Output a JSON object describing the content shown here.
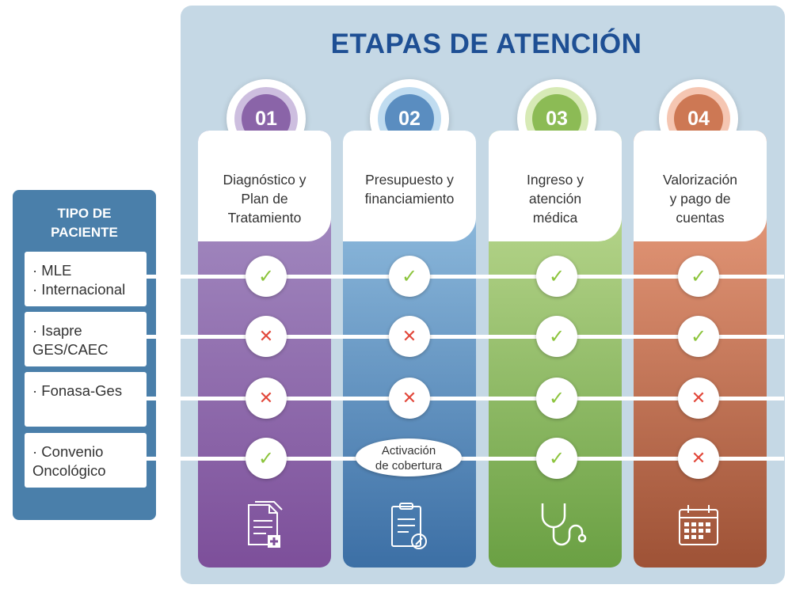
{
  "title": "ETAPAS DE ATENCIÓN",
  "patient_types_header": "TIPO DE\nPACIENTE",
  "patient_types": [
    {
      "label": "· MLE\n· Internacional"
    },
    {
      "label": "· Isapre\n  GES/CAEC"
    },
    {
      "label": "· Fonasa-Ges"
    },
    {
      "label": "· Convenio\n  Oncológico"
    }
  ],
  "stages": [
    {
      "number": "01",
      "label": "Diagnóstico y\nPlan de\nTratamiento",
      "color_top": "#a995c7",
      "color_bottom": "#7d4f9a",
      "ring": "#cdbedf",
      "inner": "#8a64a8",
      "icon": "document-medical-icon"
    },
    {
      "number": "02",
      "label": "Presupuesto y\nfinanciamiento",
      "color_top": "#9ec9e8",
      "color_bottom": "#3c6fa5",
      "ring": "#c0dcf0",
      "inner": "#5a8dc0",
      "icon": "clipboard-edit-icon"
    },
    {
      "number": "03",
      "label": "Ingreso y\natención\nmédica",
      "color_top": "#c6e09a",
      "color_bottom": "#6aa043",
      "ring": "#d7eab6",
      "inner": "#8cbb55",
      "icon": "stethoscope-icon"
    },
    {
      "number": "04",
      "label": "Valorización\ny pago de\ncuentas",
      "color_top": "#f2a585",
      "color_bottom": "#9e5236",
      "ring": "#f5c6b2",
      "inner": "#cd7854",
      "icon": "calendar-icon"
    }
  ],
  "matrix": [
    [
      "check",
      "check",
      "check",
      "check"
    ],
    [
      "cross",
      "cross",
      "check",
      "check"
    ],
    [
      "cross",
      "cross",
      "check",
      "cross"
    ],
    [
      "check",
      "pill",
      "check",
      "cross"
    ]
  ],
  "pill_text": "Activación\nde cobertura",
  "symbols": {
    "check": "✓",
    "cross": "✕"
  }
}
